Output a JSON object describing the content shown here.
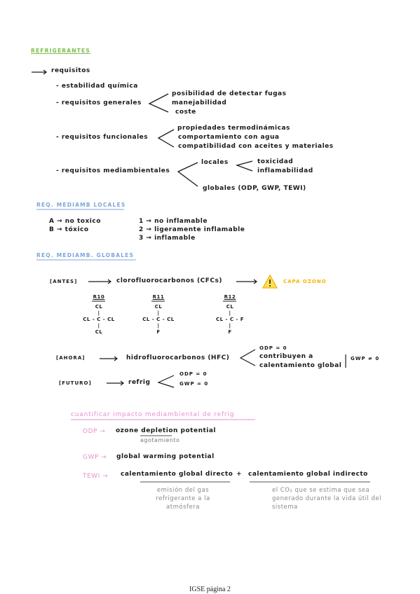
{
  "title": "REFRIGERANTES",
  "requisitos": {
    "label": "requisitos",
    "quimica": "- estabilidad química",
    "generales": {
      "label": "- requisitos generales",
      "items": [
        "posibilidad de detectar fugas",
        "manejabilidad",
        "coste"
      ]
    },
    "funcionales": {
      "label": "- requisitos funcionales",
      "items": [
        "propiedades termodinámicas",
        "comportamiento con agua",
        "compatibilidad con aceites y materiales"
      ]
    },
    "mediambientales": {
      "label": "- requisitos mediambientales",
      "locales": "locales",
      "locales_items": [
        "toxicidad",
        "inflamabilidad"
      ],
      "globales": "globales (ODP, GWP, TEWI)"
    }
  },
  "locales_section": {
    "heading": "REQ. MEDIAMB LOCALES",
    "tox": [
      "A → no toxico",
      "B → tóxico"
    ],
    "inf": [
      "1 → no inflamable",
      "2 → ligeramente inflamable",
      "3 → inflamable"
    ]
  },
  "globales_section": {
    "heading": "REQ. MEDIAMB. GLOBALES",
    "antes": {
      "tag": "[ANTES]",
      "desc": "clorofluorocarbonos (CFCs)",
      "warning": "CAPA OZONO"
    },
    "molecules": [
      {
        "name": "R10",
        "top": "CL",
        "mid": "CL - C - CL",
        "bottom": "CL"
      },
      {
        "name": "R11",
        "top": "CL",
        "mid": "CL - C - CL",
        "bottom": "F"
      },
      {
        "name": "R12",
        "top": "CL",
        "mid": "CL - C - F",
        "bottom": "F"
      }
    ],
    "ahora": {
      "tag": "[AHORA]",
      "desc": "hidrofluorocarbonos (HFC)",
      "odp": "ODP = 0",
      "contrib1": "contribuyen a",
      "contrib2": "calentamiento global",
      "gwp": "GWP ≠ 0"
    },
    "futuro": {
      "tag": "[FUTURO]",
      "desc": "refrig",
      "odp": "ODP = 0",
      "gwp": "GWP = 0"
    }
  },
  "impacto": {
    "heading": "cuantificar impacto mediambiental de refrig",
    "odp_key": "ODP →",
    "odp_val": "ozone depletion potential",
    "odp_note": "agotamiento",
    "gwp_key": "GWP →",
    "gwp_val": "global warming potential",
    "tewi_key": "TEWI →",
    "directo": "calentamiento global directo",
    "plus": "+",
    "indirecto": "calentamiento global indirecto",
    "directo_note": "emisión del gas refrigerante a la atmósfera",
    "indirecto_note": "el CO₂ que se estima que sea generado durante la vida útil del sistema"
  },
  "footer": "IGSE página 2",
  "colors": {
    "green": "#7cbf4a",
    "blue": "#7ea6d8",
    "pink": "#e58fd0",
    "orange": "#f5b400",
    "grey": "#8a8a8a"
  },
  "icons": [
    "warning-icon"
  ]
}
